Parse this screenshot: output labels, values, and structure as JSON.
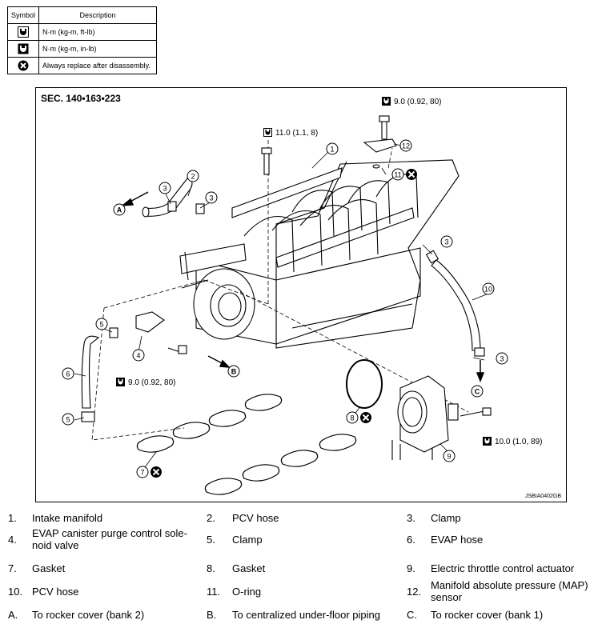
{
  "legend": {
    "header_symbol": "Symbol",
    "header_description": "Description",
    "rows": [
      {
        "icon": "torque-wrench-nm-kgm-ftlb-icon",
        "text": "N·m (kg-m, ft-lb)"
      },
      {
        "icon": "torque-wrench-nm-kgm-inlb-icon",
        "text": "N·m (kg-m, in-lb)"
      },
      {
        "icon": "always-replace-icon",
        "text": "Always replace after disassembly."
      }
    ]
  },
  "diagram": {
    "section": "SEC. 140•163•223",
    "code": "JSBIA0402GB",
    "torques": [
      "9.0 (0.92, 80)",
      "11.0 (1.1, 8)",
      "9.0 (0.92, 80)",
      "10.0 (1.0, 89)"
    ],
    "callouts": [
      "1",
      "2",
      "3",
      "3",
      "3",
      "3",
      "4",
      "5",
      "5",
      "6",
      "7",
      "8",
      "9",
      "10",
      "11",
      "12"
    ],
    "letters": [
      "A",
      "B",
      "C"
    ]
  },
  "parts": [
    [
      {
        "n": "1.",
        "t": "Intake manifold"
      },
      {
        "n": "2.",
        "t": "PCV hose"
      },
      {
        "n": "3.",
        "t": "Clamp"
      }
    ],
    [
      {
        "n": "4.",
        "t": "EVAP canister purge control sole-\nnoid valve"
      },
      {
        "n": "5.",
        "t": "Clamp"
      },
      {
        "n": "6.",
        "t": "EVAP hose"
      }
    ],
    [
      {
        "n": "7.",
        "t": "Gasket"
      },
      {
        "n": "8.",
        "t": "Gasket"
      },
      {
        "n": "9.",
        "t": "Electric throttle control actuator"
      }
    ],
    [
      {
        "n": "10.",
        "t": "PCV hose"
      },
      {
        "n": "11.",
        "t": "O-ring"
      },
      {
        "n": "12.",
        "t": "Manifold absolute pressure (MAP)\nsensor"
      }
    ],
    [
      {
        "n": "A.",
        "t": "To rocker cover (bank 2)"
      },
      {
        "n": "B.",
        "t": "To centralized under-floor piping"
      },
      {
        "n": "C.",
        "t": "To rocker cover (bank 1)"
      }
    ]
  ]
}
